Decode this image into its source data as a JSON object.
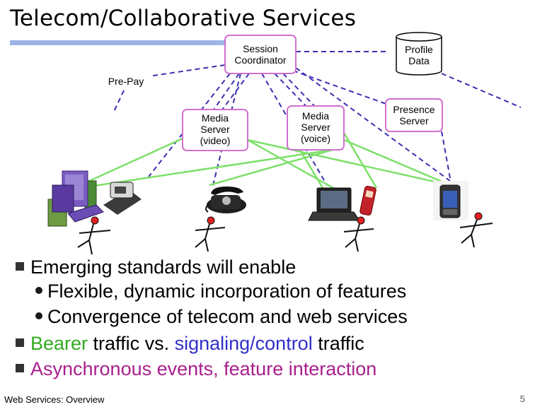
{
  "title": "Telecom/Collaborative Services",
  "nodes": {
    "session_coordinator": [
      "Session",
      "Coordinator"
    ],
    "profile_data": [
      "Profile",
      "Data"
    ],
    "pre_pay": "Pre-Pay",
    "media_server_video": [
      "Media",
      "Server",
      "(video)"
    ],
    "media_server_voice": [
      "Media",
      "Server",
      "(voice)"
    ],
    "presence_server": [
      "Presence",
      "Server"
    ]
  },
  "bullets": [
    {
      "level": 1,
      "parts": [
        {
          "text": "Emerging standards will enable",
          "color": "#000000"
        }
      ]
    },
    {
      "level": 2,
      "parts": [
        {
          "text": "Flexible, dynamic incorporation of features",
          "color": "#000000"
        }
      ]
    },
    {
      "level": 2,
      "parts": [
        {
          "text": "Convergence of telecom and web services",
          "color": "#000000"
        }
      ]
    },
    {
      "level": 1,
      "parts": [
        {
          "text": "Bearer",
          "color": "#33aa22"
        },
        {
          "text": " traffic vs. ",
          "color": "#000000"
        },
        {
          "text": "signaling/control",
          "color": "#3030c8"
        },
        {
          "text": " traffic",
          "color": "#000000"
        }
      ]
    },
    {
      "level": 1,
      "parts": [
        {
          "text": "Asynchronous events, feature interaction",
          "color": "#a8208c"
        }
      ]
    }
  ],
  "footer": "Web Services: Overview",
  "page_number": "5",
  "colors": {
    "signaling": "#3b2fb0",
    "bearer": "#7ee06a",
    "node_border": "#d070d0",
    "title_rule": "#9fb4e6"
  },
  "icons": [
    "desktop-computer-icon",
    "fax-phone-icon",
    "desk-telephone-icon",
    "laptop-icon",
    "cell-phone-icon",
    "pda-icon",
    "stick-figure-user-icon"
  ]
}
